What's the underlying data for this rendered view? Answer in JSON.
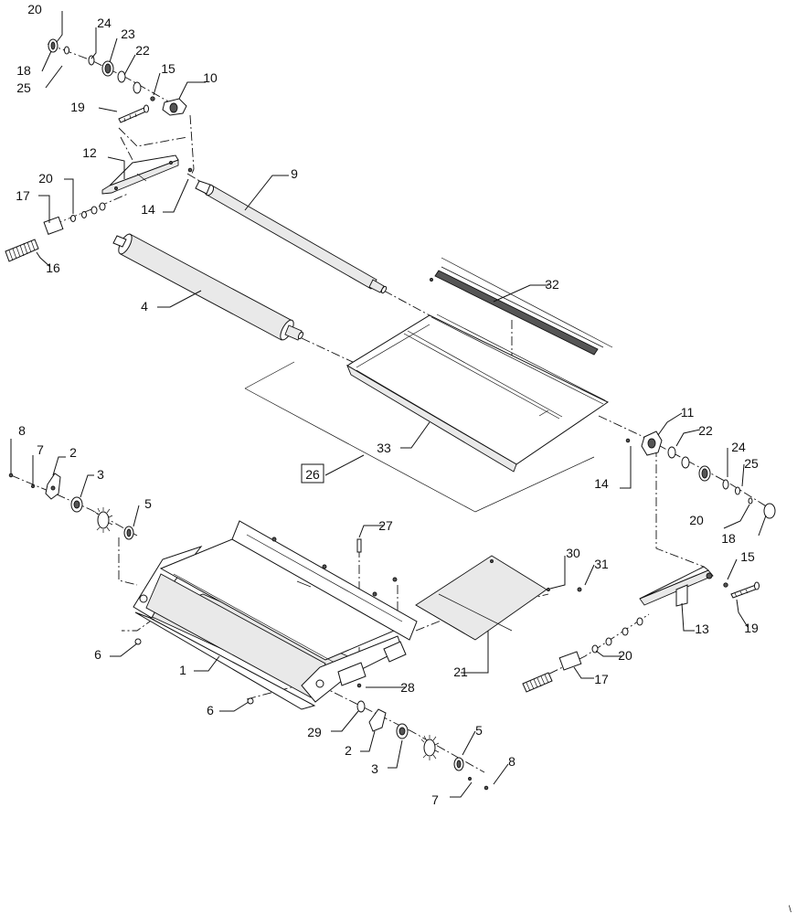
{
  "diagram": {
    "callouts": [
      {
        "id": "c20a",
        "label": "20"
      },
      {
        "id": "c24a",
        "label": "24"
      },
      {
        "id": "c23",
        "label": "23"
      },
      {
        "id": "c22a",
        "label": "22"
      },
      {
        "id": "c15a",
        "label": "15"
      },
      {
        "id": "c10",
        "label": "10"
      },
      {
        "id": "c18a",
        "label": "18"
      },
      {
        "id": "c25a",
        "label": "25"
      },
      {
        "id": "c19a",
        "label": "19"
      },
      {
        "id": "c12",
        "label": "12"
      },
      {
        "id": "c9",
        "label": "9"
      },
      {
        "id": "c20b",
        "label": "20"
      },
      {
        "id": "c17a",
        "label": "17"
      },
      {
        "id": "c14a",
        "label": "14"
      },
      {
        "id": "c16",
        "label": "16"
      },
      {
        "id": "c32",
        "label": "32"
      },
      {
        "id": "c4",
        "label": "4"
      },
      {
        "id": "c11",
        "label": "11"
      },
      {
        "id": "c22b",
        "label": "22"
      },
      {
        "id": "c33",
        "label": "33"
      },
      {
        "id": "c14b",
        "label": "14"
      },
      {
        "id": "c24b",
        "label": "24"
      },
      {
        "id": "c25b",
        "label": "25"
      },
      {
        "id": "c8a",
        "label": "8"
      },
      {
        "id": "c7a",
        "label": "7"
      },
      {
        "id": "c2a",
        "label": "2"
      },
      {
        "id": "c3a",
        "label": "3"
      },
      {
        "id": "c26",
        "label": "26"
      },
      {
        "id": "c5a",
        "label": "5"
      },
      {
        "id": "c20c",
        "label": "20"
      },
      {
        "id": "c18b",
        "label": "18"
      },
      {
        "id": "c27",
        "label": "27"
      },
      {
        "id": "c30",
        "label": "30"
      },
      {
        "id": "c31",
        "label": "31"
      },
      {
        "id": "c15b",
        "label": "15"
      },
      {
        "id": "c13",
        "label": "13"
      },
      {
        "id": "c19b",
        "label": "19"
      },
      {
        "id": "c6a",
        "label": "6"
      },
      {
        "id": "c1",
        "label": "1"
      },
      {
        "id": "c21",
        "label": "21"
      },
      {
        "id": "c20d",
        "label": "20"
      },
      {
        "id": "c17b",
        "label": "17"
      },
      {
        "id": "c28",
        "label": "28"
      },
      {
        "id": "c6b",
        "label": "6"
      },
      {
        "id": "c29",
        "label": "29"
      },
      {
        "id": "c2b",
        "label": "2"
      },
      {
        "id": "c5b",
        "label": "5"
      },
      {
        "id": "c3b",
        "label": "3"
      },
      {
        "id": "c8b",
        "label": "8"
      },
      {
        "id": "c7b",
        "label": "7"
      }
    ]
  }
}
